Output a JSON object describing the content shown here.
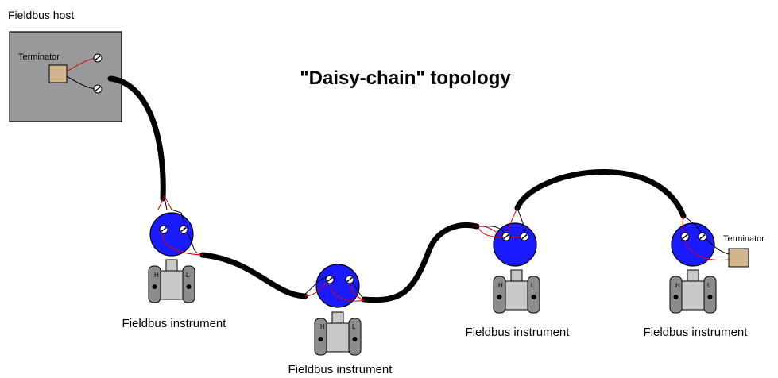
{
  "diagram": {
    "title": "\"Daisy-chain\" topology",
    "host": {
      "label": "Fieldbus host",
      "terminator_label": "Terminator"
    },
    "end_terminator_label": "Terminator",
    "instruments": [
      {
        "label": "Fieldbus instrument",
        "port_high": "H",
        "port_low": "L"
      },
      {
        "label": "Fieldbus instrument",
        "port_high": "H",
        "port_low": "L"
      },
      {
        "label": "Fieldbus instrument",
        "port_high": "H",
        "port_low": "L"
      },
      {
        "label": "Fieldbus instrument",
        "port_high": "H",
        "port_low": "L"
      }
    ],
    "colors": {
      "host_box": "#999999",
      "terminator": "#d2b48c",
      "instrument_head": "#1a1aff",
      "instrument_body": "#c8c8c8",
      "trunk_cable": "#000000",
      "wire_red": "#e00000",
      "wire_black": "#000000"
    }
  }
}
